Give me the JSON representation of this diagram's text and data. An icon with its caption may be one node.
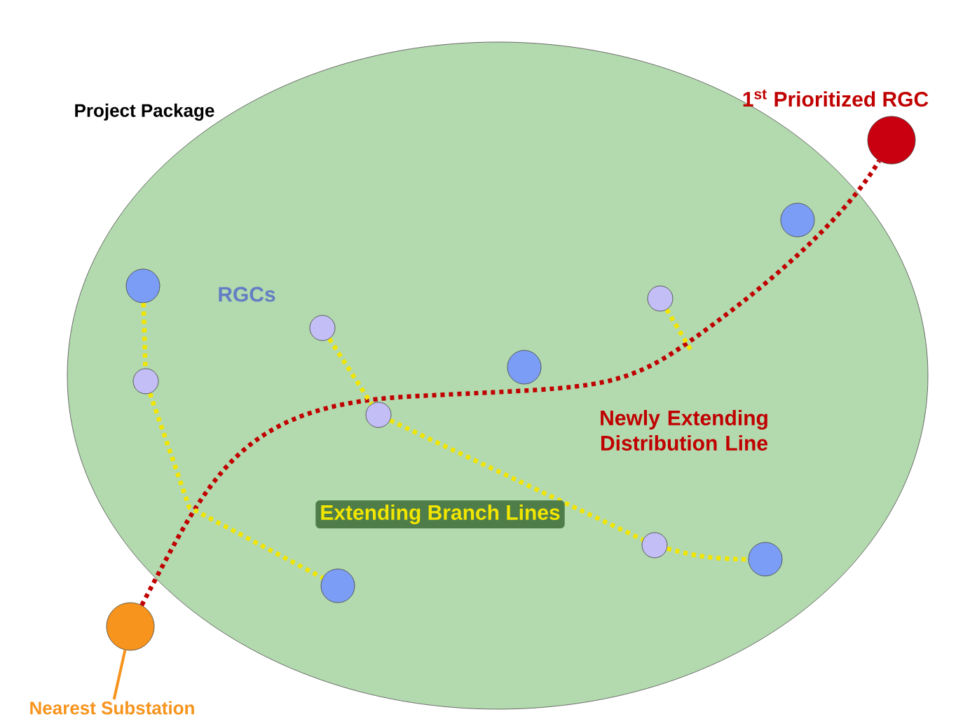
{
  "diagram": {
    "nodes": [
      {
        "text": [
          "Project Package"
        ]
      },
      {
        "text": [],
        "shape": "circle",
        "in": 0
      },
      {
        "text": [],
        "shape": "circle",
        "in": 0
      },
      {
        "text": [],
        "shape": "circle",
        "in": 0
      },
      {
        "text": [],
        "shape": "circle",
        "in": 0
      },
      {
        "text": [],
        "shape": "circle",
        "in": 0
      },
      {
        "text": [],
        "shape": "circle",
        "in": 0
      },
      {
        "text": [],
        "shape": "circle",
        "in": 0
      },
      {
        "text": [],
        "shape": "circle",
        "in": 0
      },
      {
        "text": [],
        "shape": "circle",
        "in": 0
      },
      {
        "text": [],
        "shape": "circle",
        "in": 0
      },
      {
        "text": [],
        "shape": "circle",
        "beside": [
          "1$^{st}$ Prioritized RGC"
        ]
      },
      {
        "text": [],
        "shape": "circle"
      },
      {
        "text": [
          "Nearest Substation"
        ]
      }
    ],
    "edges": [
      {
        "from": 12,
        "to": 11,
        "arrow": "none",
        "style": "dashed",
        "color": "#c00000"
      },
      {
        "from": 1,
        "to": 2,
        "arrow": "none",
        "style": "dashed"
      },
      {
        "from": 2,
        "to": 4,
        "arrow": "none",
        "style": "dashed"
      },
      {
        "from": 3,
        "to": 5,
        "arrow": "none",
        "style": "dashed"
      },
      {
        "from": 5,
        "to": 7,
        "arrow": "none",
        "style": "dashed"
      },
      {
        "from": 7,
        "to": 9,
        "arrow": "none",
        "style": "dashed"
      },
      {
        "from": 8,
        "to": null,
        "arrow": "none",
        "style": "dashed"
      },
      {
        "from": 13,
        "to": 12,
        "arrow": "none",
        "color": "#f7941d"
      }
    ],
    "labels": [
      "RGCs",
      "Newly Extending Distribution Line",
      "Extending Branch Lines"
    ]
  }
}
